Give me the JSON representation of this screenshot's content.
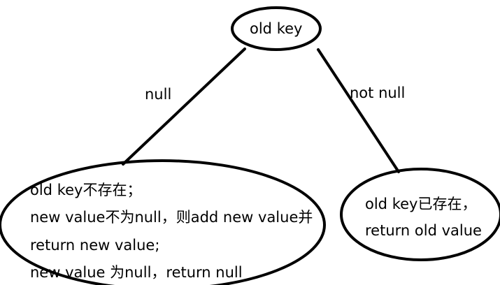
{
  "root": {
    "label": "old key"
  },
  "edges": {
    "left_label": "null",
    "right_label": "not null"
  },
  "left_node": {
    "lines": [
      "old key不存在；",
      "new value不为null，则add new value并",
      "return new value;",
      "new value 为null，return null"
    ]
  },
  "right_node": {
    "lines": [
      "old key已存在，",
      "return old value"
    ]
  }
}
